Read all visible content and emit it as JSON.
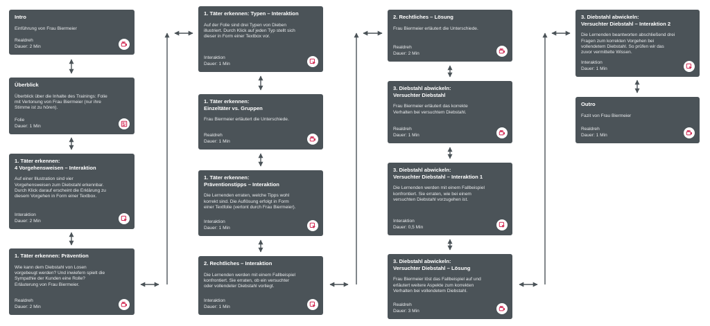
{
  "colors": {
    "card_bg": "#4b5358",
    "arrow": "#4b5358",
    "accent": "#d0234e"
  },
  "columns": [
    {
      "cards": [
        {
          "title": "Intro",
          "description": "Einführung von Frau Biermeier",
          "type": "Realdreh",
          "duration": "Dauer: 2 Min",
          "icon": "video-icon"
        },
        {
          "title": "Überblick",
          "description": "Überblick über die Inhalte des Trainings: Folie\nmit Vertonung von Frau Biermeier (nur ihre\nStimme ist zu hören).",
          "type": "Folie",
          "duration": "Dauer: 1 Min",
          "icon": "slide-icon"
        },
        {
          "title": "1. Täter erkennen:\n4 Vorgehensweisen – Interaktion",
          "description": "Auf einer Illustration sind vier\nVorgehensweisen zum Diebstahl erkennbar.\nDurch Klick darauf erscheint die Erklärung zu\ndiesem Vorgehen in Form einer Textbox.",
          "type": "Interaktion",
          "duration": "Dauer: 2 Min",
          "icon": "interaction-icon"
        },
        {
          "title": "1. Täter erkennen: Prävention",
          "description": "Wie kann dem Diebstahl von Losen\nvorgebeugt werden? Und inwiefern spielt die\nSympathie der Kunden eine Rolle?\nErläuterung von Frau Biermeier.",
          "type": "Realdreh",
          "duration": "Dauer: 2 Min",
          "icon": "video-icon"
        }
      ]
    },
    {
      "cards": [
        {
          "title": "1. Täter erkennen: Typen – Interaktion",
          "description": "Auf der Folie sind drei Typen von Dieben\nillustriert. Durch Klick auf jeden Typ stellt sich\ndieser in Form einer Textbox vor.",
          "type": "Interaktion",
          "duration": "Dauer: 1 Min",
          "icon": "interaction-icon"
        },
        {
          "title": "1. Täter erkennen:\nEinzeltäter vs. Gruppen",
          "description": "Frau Biermeier erläutert die Unterschiede.",
          "type": "Realdreh",
          "duration": "Dauer: 1 Min",
          "icon": "video-icon"
        },
        {
          "title": "1. Täter erkennen:\nPräventionstipps – Interaktion",
          "description": "Die Lernenden erraten, welche Tipps wohl\nkorrekt sind. Die Auflösung erfolgt in Form\neiner Textfolie (vertont durch Frau Biermeier).",
          "type": "Interaktion",
          "duration": "Dauer: 1 Min",
          "icon": "interaction-icon"
        },
        {
          "title": "2. Rechtliches – Interaktion",
          "description": "Die Lernenden werden mit einem Fallbeispiel\nkonfrontiert. Sie erraten, ob ein versuchter\noder vollendeter Diebstahl vorliegt.",
          "type": "Interaktion",
          "duration": "Dauer: 1 Min",
          "icon": "interaction-icon"
        }
      ]
    },
    {
      "cards": [
        {
          "title": "2. Rechtliches – Lösung",
          "description": "Frau Biermeier erläutert die Unterschiede.",
          "type": "Realdreh",
          "duration": "Dauer: 2 Min",
          "icon": "video-icon"
        },
        {
          "title": "3. Diebstahl abwickeln:\nVersuchter Diebstahl",
          "description": "Frau Biermeier erläutert das korrekte\nVerhalten bei versuchtem Diebstahl.",
          "type": "Realdreh",
          "duration": "Dauer: 1 Min",
          "icon": "video-icon"
        },
        {
          "title": "3. Diebstahl abwickeln:\nVersuchter Diebstahl – Interaktion 1",
          "description": "Die Lernenden werden mit einem Fallbeispiel\nkonfrontiert. Sie erraten, wie bei einem\nversuchten Diebstahl vorzugehen ist.",
          "type": "Interaktion",
          "duration": "Dauer: 0,5 Min",
          "icon": "interaction-icon"
        },
        {
          "title": "3. Diebstahl abwickeln:\nVersuchter Diebstahl – Lösung",
          "description": "Frau Biermeier löst das Fallbeispiel auf und\nerläutert weitere Aspekte zum korrekten\nVerhalten bei vollendetem Diebstahl.",
          "type": "Realdreh",
          "duration": "Dauer: 3 Min",
          "icon": "video-icon"
        }
      ]
    },
    {
      "cards": [
        {
          "title": "3. Diebstahl abwickeln:\nVersuchter Diebstahl – Interaktion 2",
          "description": "Die Lernenden beantworten abschließend drei\nFragen zum korrekten Vorgehen bei\nvollendetem Diebstahl. So prüfen wir das\nzuvor vermittelte Wissen.",
          "type": "Interaktion",
          "duration": "Dauer: 1 Min",
          "icon": "interaction-icon"
        },
        {
          "title": "Outro",
          "description": "Fazit von Frau Biermeier",
          "type": "Realdreh",
          "duration": "Dauer: 1 Min",
          "icon": "video-icon"
        }
      ]
    }
  ]
}
